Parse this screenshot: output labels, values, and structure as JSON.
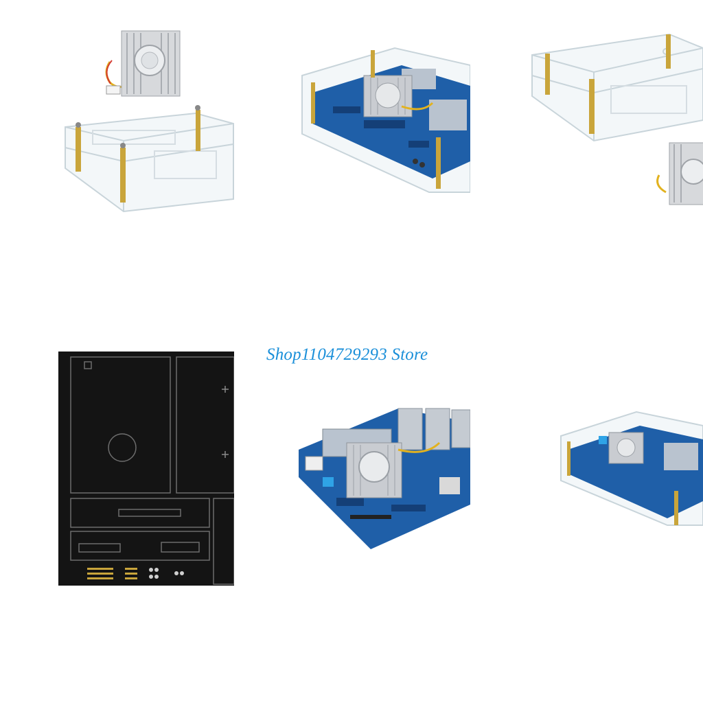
{
  "watermark": {
    "text": "Shop1104729293 Store",
    "color": "#1a8fd9"
  },
  "photos": [
    {
      "subject": "heatsink-fan-and-clear-acrylic-case"
    },
    {
      "subject": "board-in-acrylic-case-with-heatsink"
    },
    {
      "subject": "clear-acrylic-case-with-heatsink"
    },
    {
      "subject": "acrylic-case-panels-on-dark-background"
    },
    {
      "subject": "blue-board-with-heatsink-fan"
    },
    {
      "subject": "board-in-acrylic-case-small"
    }
  ],
  "colors": {
    "background": "#ffffff",
    "acrylic_edge": "#c8d4da",
    "brass": "#c9a53b",
    "pcb_blue": "#1f5fa8",
    "heatsink": "#c9ccd1",
    "panel_bg": "#141414"
  }
}
